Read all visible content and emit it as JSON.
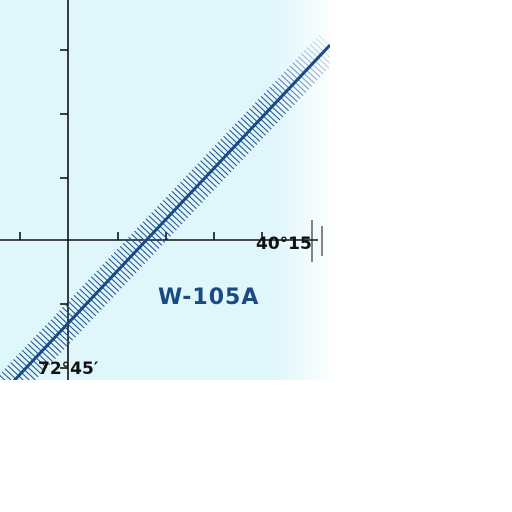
{
  "map": {
    "area_label": "W-105A",
    "latitude_label": "40°15",
    "longitude_label": "72°45′",
    "colors": {
      "water": "#dff6fb",
      "edge_fade": "#ffffff",
      "boundary": "#1a4a86",
      "hatch": "#1f4e8f",
      "graticule": "#111111",
      "label": "#1a4a86",
      "coord_text": "#111111"
    }
  }
}
